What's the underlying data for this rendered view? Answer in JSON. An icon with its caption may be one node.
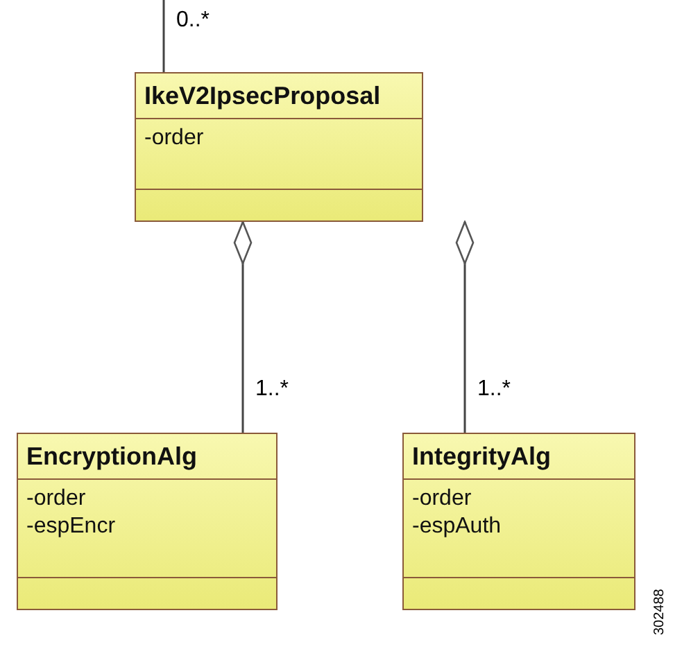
{
  "diagram": {
    "nodes": [
      {
        "text": [
          "IkeV2IpsecProposal",
          "-order"
        ]
      },
      {
        "text": [
          "EncryptionAlg",
          "-order",
          "-espEncr"
        ]
      },
      {
        "text": [
          "IntegrityAlg",
          "-order",
          "-espAuth"
        ]
      }
    ],
    "edges": [
      {
        "from": null,
        "to": 0,
        "arrow": "none",
        "label": "0..*"
      },
      {
        "from": 0,
        "to": 1,
        "arrow": "other",
        "label": "1..*"
      },
      {
        "from": 0,
        "to": 2,
        "arrow": "other",
        "label": "1..*"
      }
    ],
    "labels": [
      "302488"
    ]
  }
}
